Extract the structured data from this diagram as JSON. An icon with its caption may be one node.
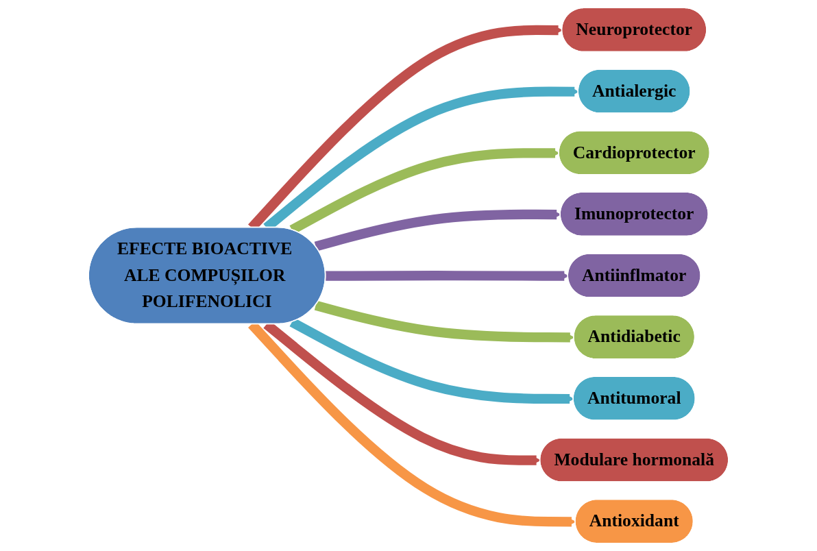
{
  "diagram": {
    "nodes": [
      {
        "text": [
          "EFECTE BIOACTIVE ALE COMPUȘILOR POLIFENOLICI"
        ]
      },
      {
        "text": [
          "Neuroprotector"
        ]
      },
      {
        "text": [
          "Antialergic"
        ]
      },
      {
        "text": [
          "Cardioprotector"
        ]
      },
      {
        "text": [
          "Imunoprotector"
        ]
      },
      {
        "text": [
          "Antiinflmator"
        ]
      },
      {
        "text": [
          "Antidiabetic"
        ]
      },
      {
        "text": [
          "Antitumoral"
        ]
      },
      {
        "text": [
          "Modulare hormonală"
        ]
      },
      {
        "text": [
          "Antioxidant"
        ]
      }
    ],
    "edges": [
      {
        "from": 0,
        "to": 1,
        "arrow": "to",
        "color": "#c0504d"
      },
      {
        "from": 0,
        "to": 2,
        "arrow": "to",
        "color": "#4bacc6"
      },
      {
        "from": 0,
        "to": 3,
        "arrow": "to",
        "color": "#9bbb59"
      },
      {
        "from": 0,
        "to": 4,
        "arrow": "to",
        "color": "#8064a2"
      },
      {
        "from": 0,
        "to": 5,
        "arrow": "to",
        "color": "#8064a2"
      },
      {
        "from": 0,
        "to": 6,
        "arrow": "to",
        "color": "#9bbb59"
      },
      {
        "from": 0,
        "to": 7,
        "arrow": "to",
        "color": "#4bacc6"
      },
      {
        "from": 0,
        "to": 8,
        "arrow": "to",
        "color": "#c0504d"
      },
      {
        "from": 0,
        "to": 9,
        "arrow": "to",
        "color": "#f79646"
      }
    ]
  }
}
